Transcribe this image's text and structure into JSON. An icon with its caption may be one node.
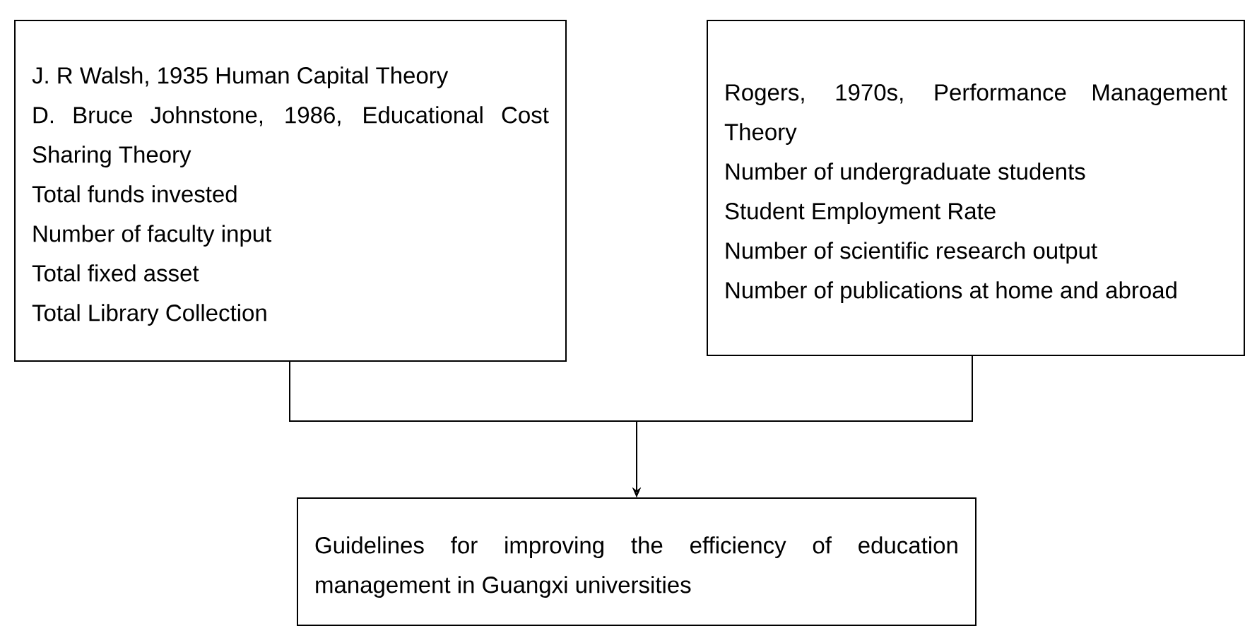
{
  "diagram": {
    "nodes": [
      {
        "text": [
          "J. R Walsh, 1935 Human Capital Theory",
          "D. Bruce Johnstone, 1986, Educational Cost Sharing Theory",
          "Total funds invested",
          "Number of faculty input",
          "Total fixed asset",
          "Total Library Collection"
        ]
      },
      {
        "text": [
          "Rogers, 1970s, Performance Management Theory",
          "Number of undergraduate students",
          "Student Employment Rate",
          "Number of scientific research output",
          "Number of publications at home and abroad"
        ]
      },
      {
        "text": [
          "Guidelines for improving the efficiency of education management in Guangxi universities"
        ]
      }
    ],
    "edges": [
      {
        "from": 0,
        "to": 2,
        "arrow": "to"
      },
      {
        "from": 1,
        "to": 2,
        "arrow": "to"
      }
    ]
  }
}
